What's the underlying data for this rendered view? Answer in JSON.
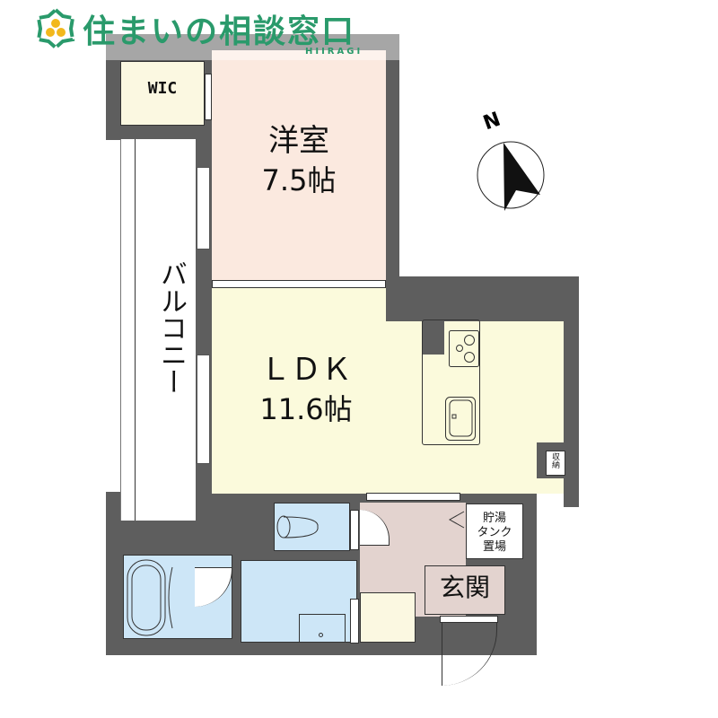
{
  "header": {
    "brand": "住まいの相談窓口",
    "sub_brand": "HIIRAGI",
    "logo_icon": "hexagon-leaf-with-three-dots-icon",
    "brand_color": "#2a9a6b",
    "dot_color": "#f2b81c"
  },
  "compass": {
    "label": "N",
    "icon": "north-arrow-icon"
  },
  "rooms": {
    "wic": {
      "label": "WIC",
      "color": "#fbf8e1"
    },
    "western": {
      "label": "洋室",
      "size": "7.5帖",
      "color": "#fbe9df"
    },
    "ldk": {
      "label": "ＬＤＫ",
      "size": "11.6帖",
      "color": "#fbfadc"
    },
    "balcony": {
      "label": "バルコニー",
      "color": "#ffffff"
    },
    "storage": {
      "label": "収納"
    },
    "water_heater": {
      "label": "貯湯\nタンク\n置場",
      "line1": "貯湯",
      "line2": "タンク",
      "line3": "置場"
    },
    "entrance": {
      "label": "玄関",
      "color": "#e3d3cf"
    },
    "hallway": {
      "color": "#e3d3cf"
    },
    "bath": {
      "color": "#cde6f7"
    },
    "toilet": {
      "color": "#cde6f7"
    },
    "washroom": {
      "color": "#cde6f7"
    }
  },
  "colors": {
    "wall": "#5e5e5e",
    "line": "#222222"
  }
}
